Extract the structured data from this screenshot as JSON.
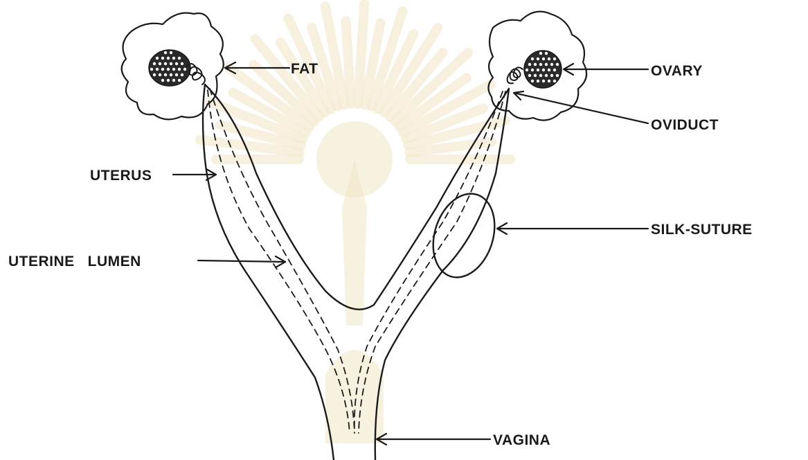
{
  "figure": {
    "labels": {
      "fat": "FAT",
      "ovary": "OVARY",
      "oviduct": "OVIDUCT",
      "uterus": "UTERUS",
      "silk_suture": "SILK-SUTURE",
      "uterine_lumen": "UTERINE   LUMEN",
      "vagina": "VAGINA"
    }
  }
}
